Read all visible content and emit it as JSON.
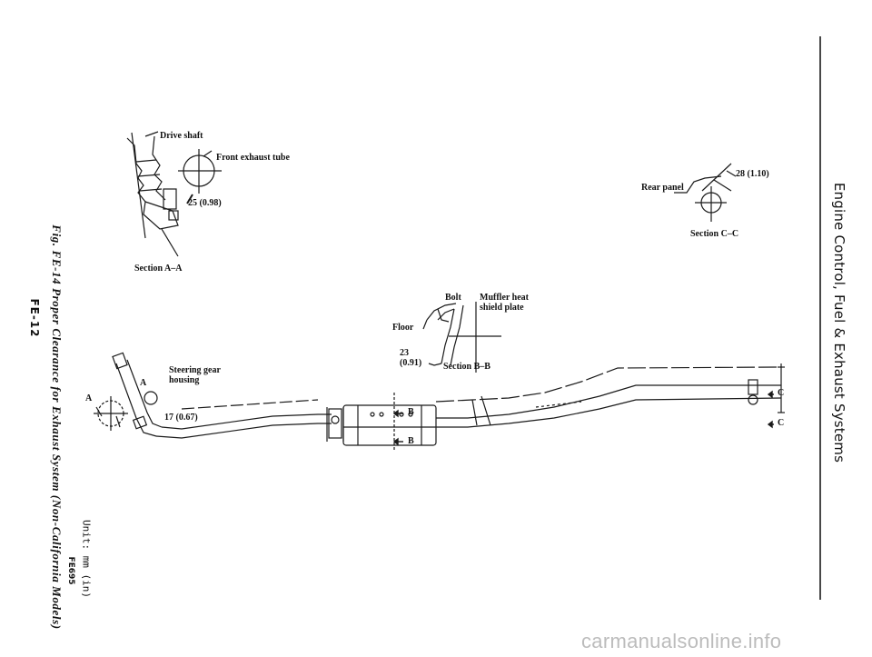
{
  "header": {
    "section_title": "Engine Control, Fuel & Exhaust Systems"
  },
  "figure": {
    "caption": "Fig. FE-14 Proper Clearance for Exhaust System (Non-California Models)",
    "page_number": "FE-12",
    "unit_note": "Unit: mm (in)",
    "figure_code": "FE695"
  },
  "section_a": {
    "drive_shaft": "Drive shaft",
    "front_exhaust_tube": "Front exhaust tube",
    "clearance": "25 (0.98)",
    "title": "Section A–A"
  },
  "section_b": {
    "bolt": "Bolt",
    "muffler_heat_line1": "Muffler heat",
    "muffler_heat_line2": "shield plate",
    "floor": "Floor",
    "clearance_mm": "23",
    "clearance_in": "(0.91)",
    "title": "Section B–B"
  },
  "section_c": {
    "rear_panel": "Rear panel",
    "clearance": "28 (1.10)",
    "title": "Section C–C"
  },
  "main_view": {
    "steering_gear_line1": "Steering gear",
    "steering_gear_line2": "housing",
    "clearance": "17 (0.67)",
    "marker_a": "A",
    "marker_b": "B",
    "marker_c": "C"
  },
  "watermark": "carmanualsonline.info"
}
